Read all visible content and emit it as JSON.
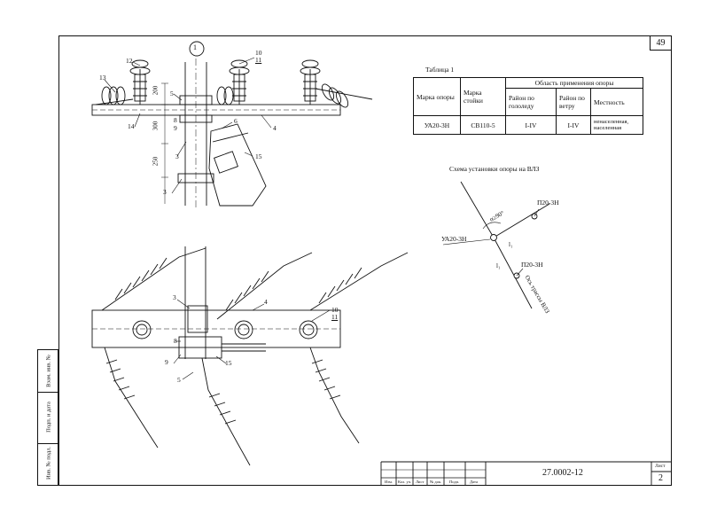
{
  "sheet_number": "49",
  "view_marker": "1",
  "table": {
    "title": "Таблица 1",
    "col_mark": "Марка опоры",
    "col_post": "Марка стойки",
    "col_area": "Область применения опоры",
    "col_ice": "Район по гололеду",
    "col_wind": "Район по ветру",
    "col_terrain": "Местность",
    "row": {
      "mark": "УА20-3Н",
      "post": "СВ110-5",
      "ice": "I-IV",
      "wind": "I-IV",
      "terrain": "ненаселенная, населенная"
    }
  },
  "scheme": {
    "title": "Схема установки опоры на ВЛЗ",
    "label_a": "УА20-3Н",
    "label_b": "П20-3Н",
    "label_c": "П20-3Н",
    "angle": "α≥90°",
    "axis": "Ось трассы ВЛЗ",
    "l1": "l₁",
    "l2": "l₁"
  },
  "top_view_labels": {
    "n12": "12",
    "n10": "10",
    "n11": "11",
    "n13": "13",
    "n14": "14",
    "n5": "5",
    "n8": "8",
    "n9": "9",
    "n6": "6",
    "n4": "4",
    "n15": "15",
    "n3a": "3",
    "n3b": "3",
    "d200": "200",
    "d300": "300",
    "d250": "250"
  },
  "bottom_view_labels": {
    "n3": "3",
    "n4": "4",
    "n10": "10",
    "n11": "11",
    "n8": "8",
    "n9": "9",
    "n15": "15",
    "n5": "5"
  },
  "side_strip": {
    "inv_orig": "Инв. № подл.",
    "sign_date": "Подп. и дата",
    "inv_repl": "Взам. инв. №"
  },
  "title_block": {
    "code": "27.0002-12",
    "sheet_label": "Лист",
    "sheet_value": "2",
    "cols": [
      "Изм.",
      "Кол. уч.",
      "Лист",
      "№ док.",
      "Подп.",
      "Дата"
    ]
  }
}
